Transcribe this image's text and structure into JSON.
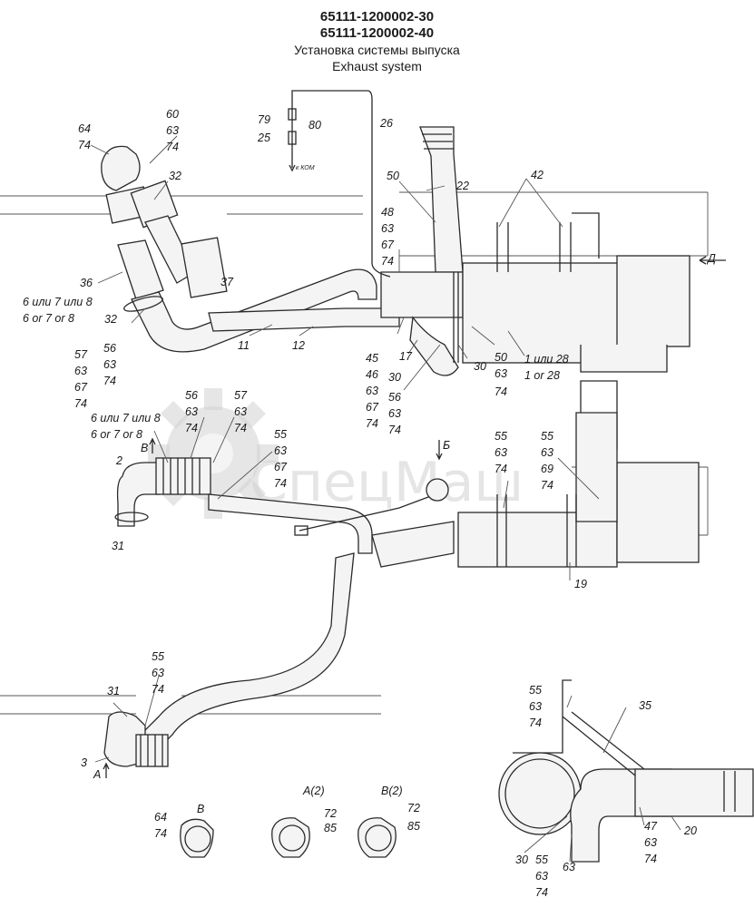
{
  "header": {
    "code1": "65111-1200002-30",
    "code2": "65111-1200002-40",
    "title_ru": "Установка системы выпуска",
    "title_en": "Exhaust system"
  },
  "watermark": "СпецМаш",
  "labels": [
    {
      "id": "l64a",
      "t": "64"
    },
    {
      "id": "l74a",
      "t": "74"
    },
    {
      "id": "l60",
      "t": "60"
    },
    {
      "id": "l63a",
      "t": "63"
    },
    {
      "id": "l74b",
      "t": "74"
    },
    {
      "id": "l32a",
      "t": "32"
    },
    {
      "id": "l79",
      "t": "79"
    },
    {
      "id": "l80",
      "t": "80"
    },
    {
      "id": "l25",
      "t": "25"
    },
    {
      "id": "l26",
      "t": "26"
    },
    {
      "id": "l22",
      "t": "22"
    },
    {
      "id": "l50a",
      "t": "50"
    },
    {
      "id": "l42",
      "t": "42"
    },
    {
      "id": "l48",
      "t": "48"
    },
    {
      "id": "l63b",
      "t": "63"
    },
    {
      "id": "l67a",
      "t": "67"
    },
    {
      "id": "l74c",
      "t": "74"
    },
    {
      "id": "l37",
      "t": "37"
    },
    {
      "id": "l36",
      "t": "36"
    },
    {
      "id": "l6ru",
      "t": "6 или 7 или 8"
    },
    {
      "id": "l6en",
      "t": "6 or 7 or 8"
    },
    {
      "id": "l32b",
      "t": "32"
    },
    {
      "id": "l11",
      "t": "11"
    },
    {
      "id": "l12",
      "t": "12"
    },
    {
      "id": "l57a",
      "t": "57"
    },
    {
      "id": "l63c",
      "t": "63"
    },
    {
      "id": "l67b",
      "t": "67"
    },
    {
      "id": "l74d",
      "t": "74"
    },
    {
      "id": "l56a",
      "t": "56"
    },
    {
      "id": "l63d",
      "t": "63"
    },
    {
      "id": "l74e",
      "t": "74"
    },
    {
      "id": "l45",
      "t": "45"
    },
    {
      "id": "l46",
      "t": "46"
    },
    {
      "id": "l63e",
      "t": "63"
    },
    {
      "id": "l67c",
      "t": "67"
    },
    {
      "id": "l74f",
      "t": "74"
    },
    {
      "id": "l17",
      "t": "17"
    },
    {
      "id": "l30a",
      "t": "30"
    },
    {
      "id": "l56b",
      "t": "56"
    },
    {
      "id": "l63f",
      "t": "63"
    },
    {
      "id": "l74g",
      "t": "74"
    },
    {
      "id": "l30b",
      "t": "30"
    },
    {
      "id": "l50b",
      "t": "50"
    },
    {
      "id": "l63g",
      "t": "63"
    },
    {
      "id": "l74h",
      "t": "74"
    },
    {
      "id": "l1ru",
      "t": "1 или 28"
    },
    {
      "id": "l1en",
      "t": "1 or 28"
    },
    {
      "id": "lD",
      "t": "Д"
    },
    {
      "id": "l56c",
      "t": "56"
    },
    {
      "id": "l63h",
      "t": "63"
    },
    {
      "id": "l74i",
      "t": "74"
    },
    {
      "id": "l57b",
      "t": "57"
    },
    {
      "id": "l63i",
      "t": "63"
    },
    {
      "id": "l74j",
      "t": "74"
    },
    {
      "id": "l6ru2",
      "t": "6 или 7 или 8"
    },
    {
      "id": "l6en2",
      "t": "6 or 7 or 8"
    },
    {
      "id": "lB1",
      "t": "В"
    },
    {
      "id": "l2a",
      "t": "2"
    },
    {
      "id": "l31a",
      "t": "31"
    },
    {
      "id": "l55a",
      "t": "55"
    },
    {
      "id": "l63j",
      "t": "63"
    },
    {
      "id": "l67d",
      "t": "67"
    },
    {
      "id": "l74k",
      "t": "74"
    },
    {
      "id": "lBe",
      "t": "Б"
    },
    {
      "id": "l55b",
      "t": "55"
    },
    {
      "id": "l63k",
      "t": "63"
    },
    {
      "id": "l74l",
      "t": "74"
    },
    {
      "id": "l55c",
      "t": "55"
    },
    {
      "id": "l63l",
      "t": "63"
    },
    {
      "id": "l69",
      "t": "69"
    },
    {
      "id": "l74m",
      "t": "74"
    },
    {
      "id": "l19",
      "t": "19"
    },
    {
      "id": "l55d",
      "t": "55"
    },
    {
      "id": "l63m",
      "t": "63"
    },
    {
      "id": "l74n",
      "t": "74"
    },
    {
      "id": "l31b",
      "t": "31"
    },
    {
      "id": "l3",
      "t": "3"
    },
    {
      "id": "lA1",
      "t": "А"
    },
    {
      "id": "l55e",
      "t": "55"
    },
    {
      "id": "l63n",
      "t": "63"
    },
    {
      "id": "l74o",
      "t": "74"
    },
    {
      "id": "l35",
      "t": "35"
    },
    {
      "id": "l47",
      "t": "47"
    },
    {
      "id": "l63o",
      "t": "63"
    },
    {
      "id": "l74p",
      "t": "74"
    },
    {
      "id": "l20",
      "t": "20"
    },
    {
      "id": "l30c",
      "t": "30"
    },
    {
      "id": "l55f",
      "t": "55"
    },
    {
      "id": "l63p",
      "t": "63"
    },
    {
      "id": "l74q",
      "t": "74"
    },
    {
      "id": "l63q",
      "t": "63"
    },
    {
      "id": "l64b",
      "t": "64"
    },
    {
      "id": "l74r",
      "t": "74"
    },
    {
      "id": "lB2",
      "t": "В"
    },
    {
      "id": "lA2",
      "t": "А(2)"
    },
    {
      "id": "l72a",
      "t": "72"
    },
    {
      "id": "l85a",
      "t": "85"
    },
    {
      "id": "lB3",
      "t": "В(2)"
    },
    {
      "id": "l72b",
      "t": "72"
    },
    {
      "id": "l85b",
      "t": "85"
    },
    {
      "id": "lkom",
      "t": "к КОМ"
    }
  ]
}
